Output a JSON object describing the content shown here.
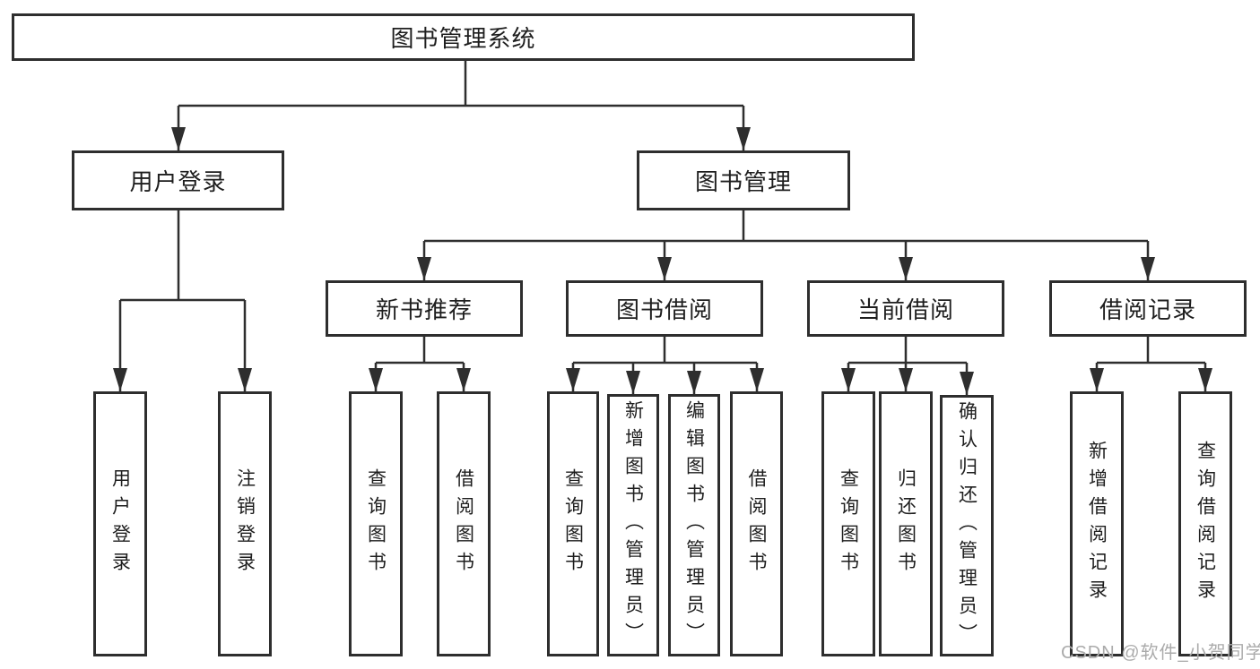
{
  "diagram": {
    "colors": {
      "line": "#2e2e2e",
      "box_border": "#2e2e2e",
      "box_fill": "#ffffff",
      "text": "#1e1e1e",
      "watermark_text": "#ababab"
    },
    "tree": {
      "label": "图书管理系统",
      "children": [
        {
          "label": "用户登录",
          "children": [
            {
              "label": "用户登录"
            },
            {
              "label": "注销登录"
            }
          ]
        },
        {
          "label": "图书管理",
          "children": [
            {
              "label": "新书推荐",
              "children": [
                {
                  "label": "查询图书"
                },
                {
                  "label": "借阅图书"
                }
              ]
            },
            {
              "label": "图书借阅",
              "children": [
                {
                  "label": "查询图书"
                },
                {
                  "label": "新增图书（管理员）"
                },
                {
                  "label": "编辑图书（管理员）"
                },
                {
                  "label": "借阅图书"
                }
              ]
            },
            {
              "label": "当前借阅",
              "children": [
                {
                  "label": "查询图书"
                },
                {
                  "label": "归还图书"
                },
                {
                  "label": "确认归还（管理员）"
                }
              ]
            },
            {
              "label": "借阅记录",
              "children": [
                {
                  "label": "新增借阅记录"
                },
                {
                  "label": "查询借阅记录"
                }
              ]
            }
          ]
        }
      ]
    },
    "watermark": {
      "text": "CSDN @软件_小贺同学"
    }
  }
}
